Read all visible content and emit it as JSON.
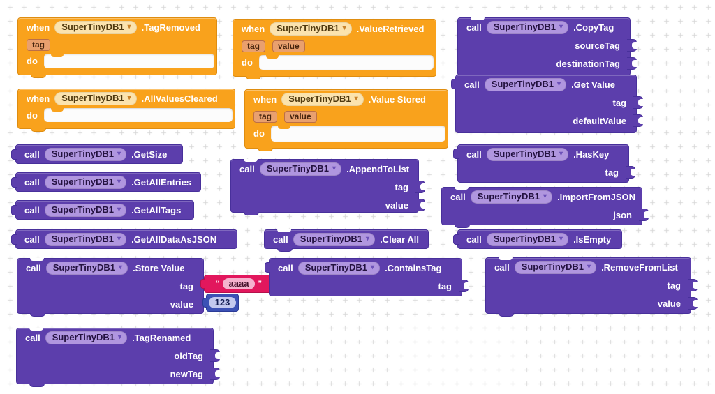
{
  "workspace": {
    "background": "#ffffff",
    "grid_mark": "+",
    "grid_color": "#d8d8d8"
  },
  "icons": {
    "dropdown_caret": "▾"
  },
  "colors": {
    "event_fill": "#F9A21C",
    "event_border": "#DF8D10",
    "event_dropdown": "#FBE3AE",
    "param_chip": "#E9A06E",
    "method_fill": "#5C3EAC",
    "method_border": "#48309B",
    "method_dropdown": "#B096DF",
    "string_block": "#E2175D",
    "string_field": "#F5B2CE",
    "number_block": "#3C51B5",
    "number_field": "#C3C9EF"
  },
  "common": {
    "when": "when",
    "call": "call",
    "do": "do",
    "component": "SuperTinyDB1"
  },
  "blocks": [
    {
      "type": "event",
      "method": ".TagRemoved",
      "params": [
        "tag"
      ]
    },
    {
      "type": "event",
      "method": ".ValueRetrieved",
      "params": [
        "tag",
        "value"
      ]
    },
    {
      "type": "method",
      "method": ".CopyTag",
      "args": [
        "sourceTag",
        "destinationTag"
      ]
    },
    {
      "type": "method-return",
      "method": ".Get Value",
      "args": [
        "tag",
        "defaultValue"
      ]
    },
    {
      "type": "event",
      "method": ".AllValuesCleared",
      "params": []
    },
    {
      "type": "event",
      "method": ".Value Stored",
      "params": [
        "tag",
        "value"
      ]
    },
    {
      "type": "method-return",
      "method": ".GetSize",
      "args": []
    },
    {
      "type": "method-return",
      "method": ".GetAllEntries",
      "args": []
    },
    {
      "type": "method-return",
      "method": ".GetAllTags",
      "args": []
    },
    {
      "type": "method-return",
      "method": ".GetAllDataAsJSON",
      "args": []
    },
    {
      "type": "method",
      "method": ".AppendToList",
      "args": [
        "tag",
        "value"
      ]
    },
    {
      "type": "method",
      "method": ".Clear All",
      "args": []
    },
    {
      "type": "method-return",
      "method": ".HasKey",
      "args": [
        "tag"
      ]
    },
    {
      "type": "method",
      "method": ".ImportFromJSON",
      "args": [
        "json"
      ]
    },
    {
      "type": "method-return",
      "method": ".IsEmpty",
      "args": []
    },
    {
      "type": "method",
      "method": ".Store Value",
      "args": [
        "tag",
        "value"
      ]
    },
    {
      "type": "method-return",
      "method": ".ContainsTag",
      "args": [
        "tag"
      ]
    },
    {
      "type": "method",
      "method": ".RemoveFromList",
      "args": [
        "tag",
        "value"
      ]
    },
    {
      "type": "method",
      "method": ".TagRenamed",
      "args": [
        "oldTag",
        "newTag"
      ]
    }
  ],
  "values": {
    "string_arg": {
      "open_quote": "“",
      "text": "aaaa",
      "close_quote": "”"
    },
    "number_arg": {
      "text": "123"
    }
  }
}
